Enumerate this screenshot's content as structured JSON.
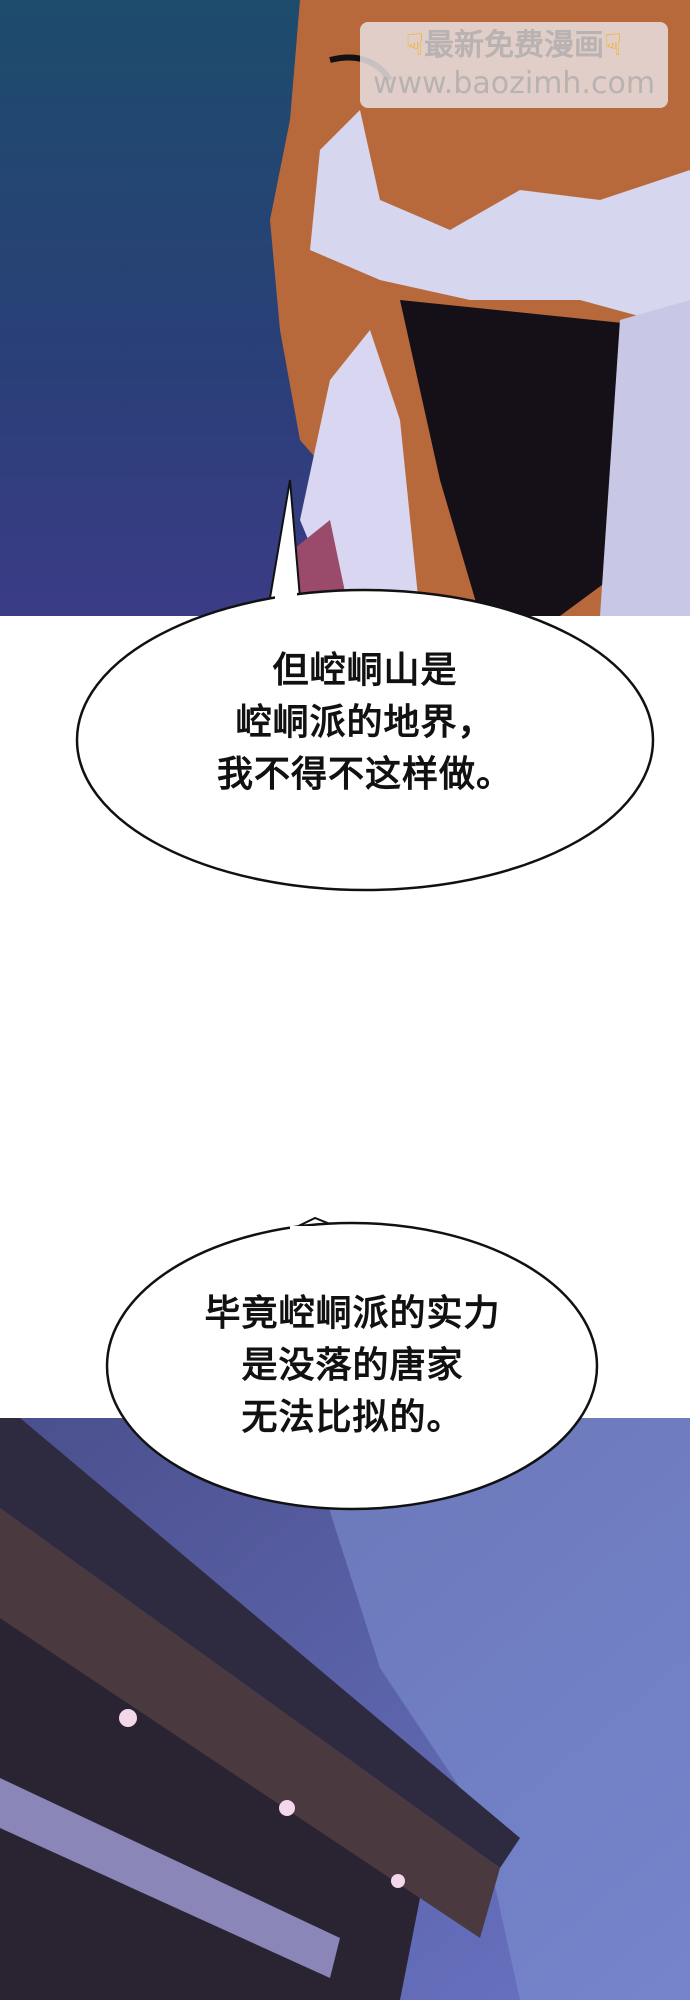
{
  "watermark": {
    "line1": "最新免费漫画",
    "line2": "www.baozimh.com",
    "icon": "pointing-down-hand-icon"
  },
  "bubbles": [
    {
      "lines": [
        "但崆峒山是",
        "崆峒派的地界，",
        "我不得不这样做。"
      ]
    },
    {
      "lines": [
        "毕竟崆峒派的实力",
        "是没落的唐家",
        "无法比拟的。"
      ]
    }
  ],
  "colors": {
    "sky": "#1f4a6e",
    "skin": "#c0703e",
    "beard": "#d8d8f0",
    "night": "#3a3f7a"
  }
}
